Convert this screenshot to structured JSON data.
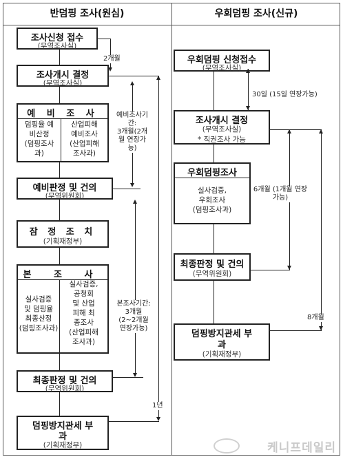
{
  "left": {
    "title": "반덤핑 조사(원심)",
    "steps": [
      {
        "title": "조사신청 접수",
        "sub": "(무역조사실)"
      },
      {
        "title": "조사개시 결정",
        "sub": "(무역조사실)"
      },
      {
        "title": "예 비 조 사",
        "cells": [
          [
            "덤핑율 예",
            "비산정",
            "(덤핑조사",
            "과)"
          ],
          [
            "산업피해",
            "예비조사",
            "(산업피해",
            "조사과)"
          ]
        ]
      },
      {
        "title": "예비판정 및 건의",
        "sub": "(무역위원회)"
      },
      {
        "title": "잠 정 조 치",
        "sub": "(기획재정부)"
      },
      {
        "title": "본 조 사",
        "cells_left": [
          "실사검증",
          "및 덤핑율",
          "최종산정",
          "(덤핑조사과)"
        ],
        "cells_right": [
          "실사검증,",
          "공청회",
          "및 산업",
          "피해 최",
          "종조사",
          "(산업피해",
          "조사과)"
        ]
      },
      {
        "title": "최종판정 및 건의",
        "sub": "(무역위원회)"
      },
      {
        "title": "덤핑방지관세 부",
        "title2": "과",
        "sub": "(기획재정부)"
      }
    ],
    "notes": {
      "two_months": "2개월",
      "prelim_period": [
        "예비조사기",
        "간:",
        "3개월(2개",
        "월 연장가",
        "능)"
      ],
      "main_period": [
        "본조사기간:",
        "3개월",
        "(2~2개월",
        "연장가능)"
      ],
      "one_year": "1년"
    }
  },
  "right": {
    "title": "우회덤핑 조사(신규)",
    "steps": [
      {
        "title": "우회덤핑 신청접수",
        "sub": "(무역조사실)"
      },
      {
        "title": "조사개시 결정",
        "sub": "(무역조사실)",
        "sub2": "* 직권조사 가능"
      },
      {
        "title": "우회덤핑조사",
        "lines": [
          "실사검증,",
          "우회조사",
          "(덤핑조사과)"
        ]
      },
      {
        "title": "최종판정 및 건의",
        "sub": "(무역위원회)"
      },
      {
        "title": "덤핑방지관세 부",
        "title2": "과",
        "sub": "(기획재정부)"
      }
    ],
    "notes": {
      "thirty_days": "30일 (15일 연장가능)",
      "six_months": [
        "6개월 (1개월 연장",
        "가능)"
      ],
      "eight_months": "8개월"
    }
  },
  "watermark": "케니프데일리"
}
